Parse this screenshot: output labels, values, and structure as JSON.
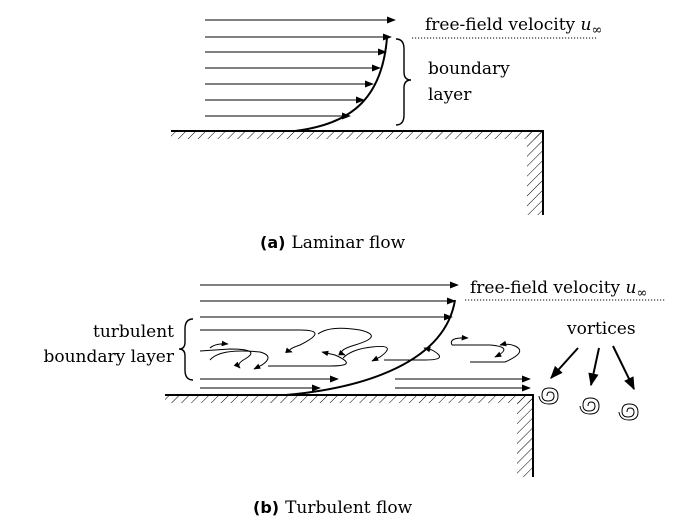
{
  "panel_a": {
    "label_prefix": "(a)",
    "caption": "Laminar flow",
    "free_field_text": "free-field velocity",
    "free_field_symbol": "u",
    "free_field_subscript": "∞",
    "boundary_text_line1": "boundary",
    "boundary_text_line2": "layer"
  },
  "panel_b": {
    "label_prefix": "(b)",
    "caption": "Turbulent flow",
    "free_field_text": "free-field velocity",
    "free_field_symbol": "u",
    "free_field_subscript": "∞",
    "turbulent_text_line1": "turbulent",
    "turbulent_text_line2": "boundary layer",
    "vortices_text": "vortices"
  }
}
